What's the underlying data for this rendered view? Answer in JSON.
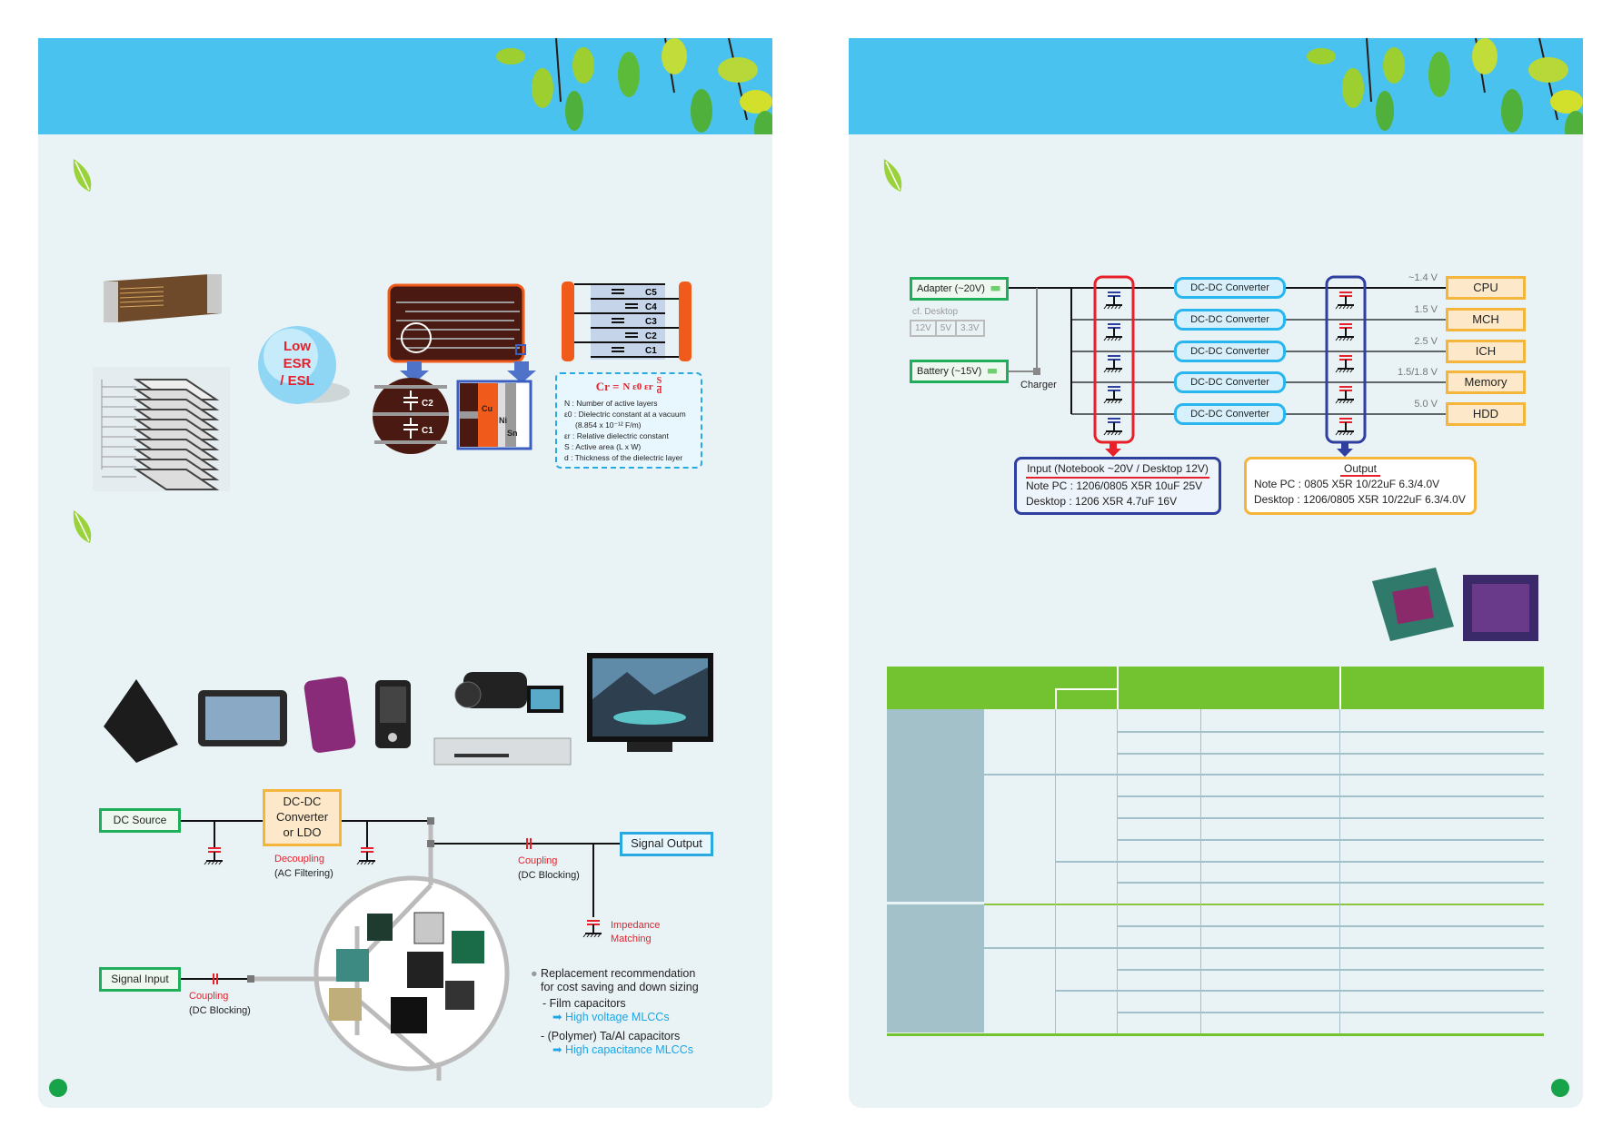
{
  "left_page": {
    "low_esr_label": [
      "Low",
      "ESR",
      "/ ESL"
    ],
    "cross_section": {
      "c2": "C2",
      "c1": "C1",
      "cu": "Cu",
      "ni": "Ni",
      "sn": "Sn"
    },
    "layers": [
      "C5",
      "C4",
      "C3",
      "C2",
      "C1"
    ],
    "formula": {
      "lhs": "Cr =",
      "rhs": "N ε0 εr",
      "num": "S",
      "den": "d",
      "legend": [
        "N : Number of active layers",
        "ε0 : Dielectric constant at a vacuum",
        "(8.854 x 10⁻¹² F/m)",
        "εr : Relative dielectric constant",
        "S : Active area (L x W)",
        "d : Thickness of the dielectric layer"
      ]
    },
    "circuit": {
      "dc_source": "DC Source",
      "converter": [
        "DC-DC",
        "Converter",
        "or LDO"
      ],
      "decoupling": "Decoupling",
      "decoupling_sub": "(AC Filtering)",
      "signal_output": "Signal Output",
      "coupling_out": "Coupling",
      "coupling_out_sub": "(DC Blocking)",
      "impedance": [
        "Impedance",
        "Matching"
      ],
      "signal_input": "Signal Input",
      "coupling_in": "Coupling",
      "coupling_in_sub": "(DC Blocking)"
    },
    "recommendation": {
      "title": [
        "Replacement recommendation",
        "for cost saving and down sizing"
      ],
      "item1": "- Film capacitors",
      "item1_arrow": "➡ High voltage MLCCs",
      "item2": "- (Polymer) Ta/Al capacitors",
      "item2_arrow": "➡ High capacitance MLCCs"
    }
  },
  "right_page": {
    "adapter": "Adapter (~20V)",
    "cf_desktop": "cf. Desktop",
    "desktop_rails": [
      "12V",
      "5V",
      "3.3V"
    ],
    "battery": "Battery (~15V)",
    "charger": "Charger",
    "converter_label": "DC-DC Converter",
    "outputs": [
      {
        "voltage": "~1.4 V",
        "load": "CPU"
      },
      {
        "voltage": "1.5 V",
        "load": "MCH"
      },
      {
        "voltage": "2.5 V",
        "load": "ICH"
      },
      {
        "voltage": "1.5/1.8 V",
        "load": "Memory"
      },
      {
        "voltage": "5.0 V",
        "load": "HDD"
      }
    ],
    "input_box": {
      "title": "Input (Notebook ~20V / Desktop 12V)",
      "line1": "Note PC : 1206/0805 X5R 10uF 25V",
      "line2": "Desktop : 1206 X5R 4.7uF 16V"
    },
    "output_box": {
      "title": "Output",
      "line1": "Note PC : 0805 X5R 10/22uF 6.3/4.0V",
      "line2": "Desktop : 1206/0805 X5R 10/22uF 6.3/4.0V"
    }
  },
  "colors": {
    "header": "#4ac2f0",
    "page": "#e9f2f5",
    "table_header": "#72c32f",
    "table_group": "#a2c1c8"
  }
}
